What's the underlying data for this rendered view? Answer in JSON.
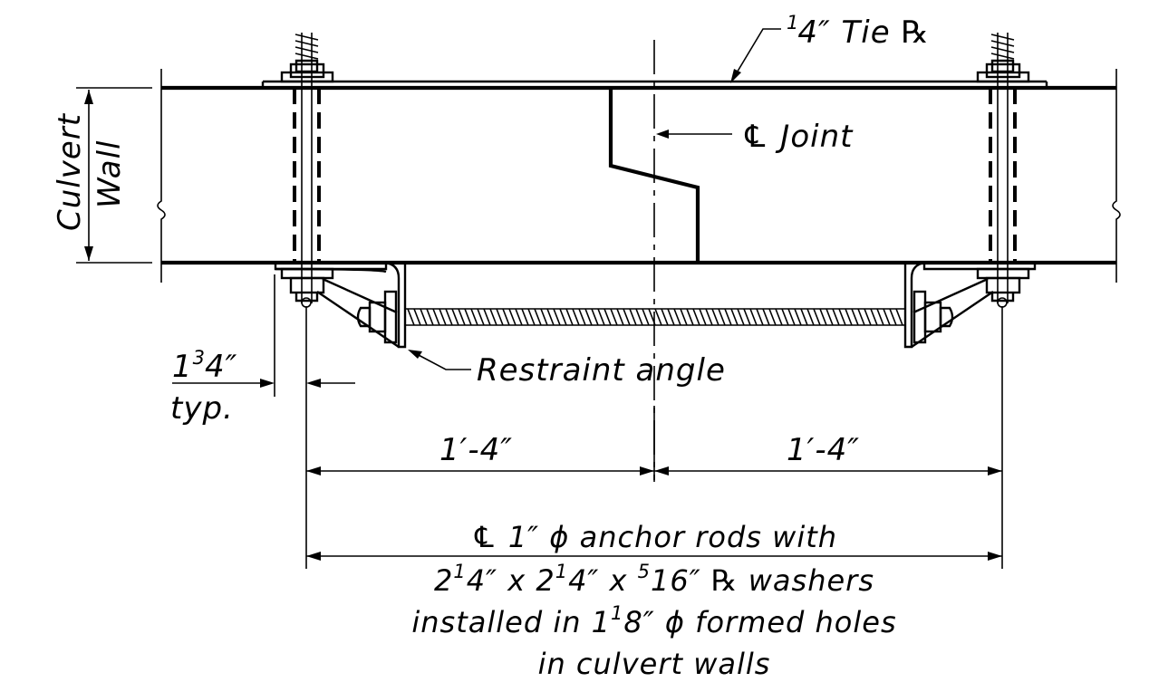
{
  "labels": {
    "tie_plate": {
      "frac_num": "1",
      "frac_den": "4",
      "rest": "″ Tie ℞"
    },
    "cl_joint": "℄ Joint",
    "culvert_wall": [
      "Culvert",
      "Wall"
    ],
    "restraint_angle": "Restraint angle",
    "edge_dist": {
      "whole": "1",
      "frac_num": "3",
      "frac_den": "4",
      "rest": "″",
      "line2": "typ."
    },
    "dim_left": "1′-4″",
    "dim_right": "1′-4″",
    "note": {
      "line1": "℄ 1″ ϕ anchor rods with",
      "line2": {
        "a": "2",
        "a_num": "1",
        "a_den": "4",
        "b": "″ x 2",
        "b_num": "1",
        "b_den": "4",
        "c": "″ x ",
        "c_num": "5",
        "c_den": "16",
        "d": "″ ℞ washers"
      },
      "line3": {
        "a": "installed in 1",
        "a_num": "1",
        "a_den": "8",
        "b": "″ ϕ formed holes"
      },
      "line4": "in culvert walls"
    }
  },
  "colors": {
    "ink": "#000000",
    "paper": "#ffffff"
  }
}
